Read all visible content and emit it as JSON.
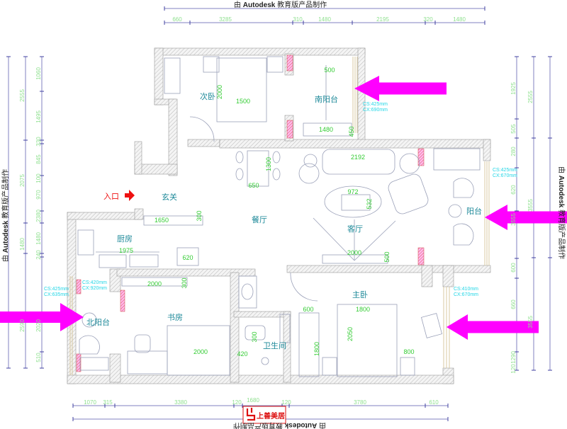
{
  "watermark": {
    "prefix": "由",
    "brand": "Autodesk",
    "suffix": "教育版产品制作"
  },
  "dimensions": {
    "top": [
      "660",
      "3285",
      "310",
      "1480",
      "2195",
      "320",
      "1480"
    ],
    "bottom": [
      "1070",
      "315",
      "3380",
      "120",
      "1680",
      "120",
      "3780",
      "610"
    ],
    "left_inner": [
      "2555",
      "2075",
      "1480",
      "2590"
    ],
    "left_outer": [
      "1060",
      "1495",
      "330",
      "845",
      "100",
      "970",
      "2380",
      "1480",
      "240",
      "2020",
      "510"
    ],
    "right_inner": [
      "1925",
      "505",
      "280",
      "620",
      "3555",
      "600",
      "660",
      "1290",
      "120"
    ],
    "right_outer": [
      "2555",
      "3555",
      "3555"
    ]
  },
  "rooms": {
    "second_bedroom": "次卧",
    "south_balcony": "南阳台",
    "foyer": "玄关",
    "dining": "餐厅",
    "living": "客厅",
    "balcony": "阳台",
    "kitchen": "厨房",
    "study": "书房",
    "north_balcony": "北阳台",
    "bathroom": "卫生间",
    "master_bedroom": "主卧"
  },
  "entrance_label": "入口",
  "furniture_dims": [
    "2000",
    "1500",
    "500",
    "1480",
    "450",
    "2192",
    "1300",
    "650",
    "972",
    "532",
    "2000",
    "500",
    "1650",
    "300",
    "1975",
    "620",
    "2000",
    "300",
    "2000",
    "420",
    "300",
    "600",
    "1800",
    "2050",
    "1800",
    "800"
  ],
  "window_notes": [
    {
      "cs": "CS:425mm",
      "cx": "CX:690mm"
    },
    {
      "cs": "CS:425mm",
      "cx": "CX:670mm"
    },
    {
      "cs": "CS:410mm",
      "cx": "CX:670mm"
    },
    {
      "cs": "CS:425mm",
      "cx": "CX:635mm"
    },
    {
      "cs": "CS:420mm",
      "cx": "CX:920mm"
    }
  ],
  "logo": {
    "text": "上善美居"
  },
  "colors": {
    "arrow": "#ff00ff",
    "entrance": "#ee1111",
    "room_label": "#1f8a9a",
    "dimension": "#8fe08f",
    "note": "#22d6e6",
    "logo": "#dd1111"
  }
}
